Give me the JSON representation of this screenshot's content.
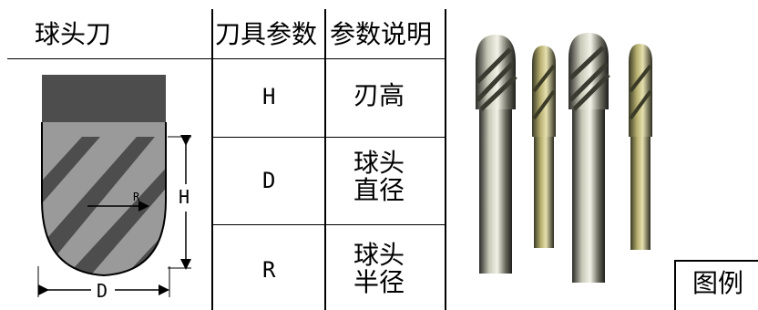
{
  "table": {
    "headers": {
      "tool_name": "球头刀",
      "param": "刀具参数",
      "desc": "参数说明"
    },
    "rows": [
      {
        "param": "H",
        "desc_line1": "刃高",
        "desc_line2": ""
      },
      {
        "param": "D",
        "desc_line1": "球头",
        "desc_line2": "直径"
      },
      {
        "param": "R",
        "desc_line1": "球头",
        "desc_line2": "半径"
      }
    ]
  },
  "diagram": {
    "label_h": "H",
    "label_d": "D",
    "label_r": "R"
  },
  "legend": "图例",
  "colors": {
    "shank": "#4d4d4d",
    "body": "#9a9a9a",
    "flute": "#4d4d4d"
  }
}
